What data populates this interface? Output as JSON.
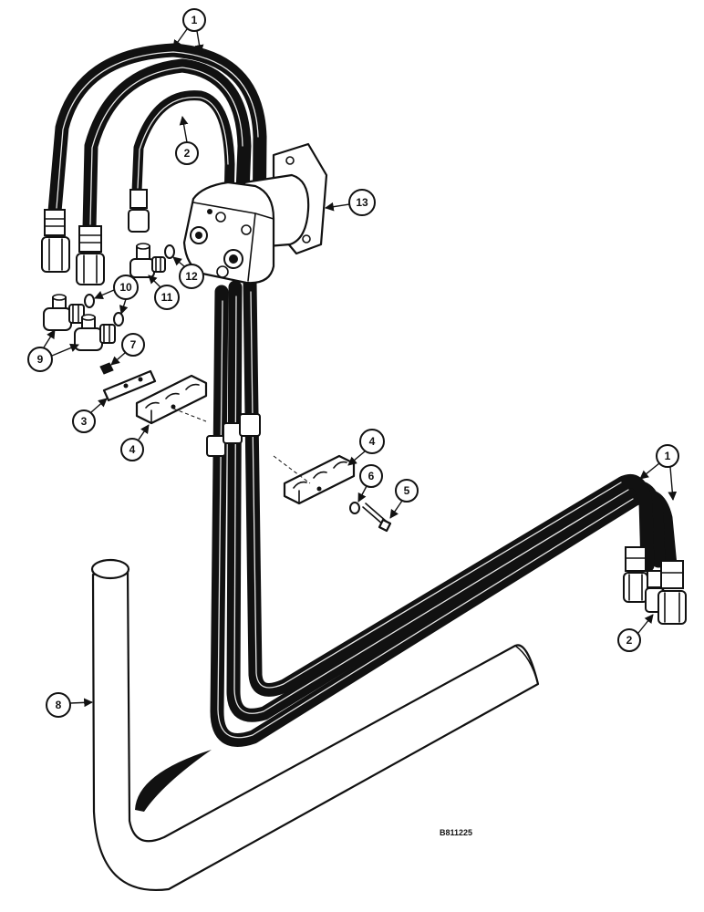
{
  "callouts": {
    "c1_top": "1",
    "c2_top": "2",
    "c13": "13",
    "c12": "12",
    "c11": "11",
    "c10": "10",
    "c9": "9",
    "c7": "7",
    "c3": "3",
    "c4_left": "4",
    "c4_right": "4",
    "c6": "6",
    "c5": "5",
    "c1_right": "1",
    "c2_right": "2",
    "c8": "8"
  },
  "figure_id": "B811225",
  "colors": {
    "line": "#111111",
    "background": "#ffffff"
  }
}
